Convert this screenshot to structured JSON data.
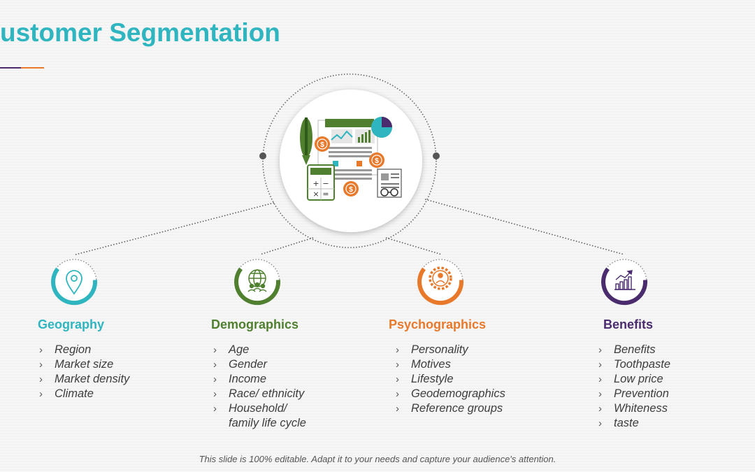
{
  "title": "ustomer Segmentation",
  "footer": "This slide is 100% editable. Adapt it to your needs and capture your audience's attention.",
  "colors": {
    "title": "#2fb5bf",
    "geography": "#2fb5bf",
    "demographics": "#4f7f2f",
    "psychographics": "#e8792b",
    "benefits": "#4a2c6e",
    "line_dark": "#4a2c6e",
    "line_orange": "#e8792b"
  },
  "center_icon": "finance-analytics-icon",
  "segments": [
    {
      "key": "geography",
      "heading": "Geography",
      "icon": "location-pin-icon",
      "items": [
        "Region",
        "Market size",
        "Market density",
        "Climate"
      ]
    },
    {
      "key": "demographics",
      "heading": "Demographics",
      "icon": "globe-people-icon",
      "items": [
        "Age",
        "Gender",
        "Income",
        "Race/ ethnicity",
        "Household/\nfamily life cycle"
      ]
    },
    {
      "key": "psychographics",
      "heading": "Psychographics",
      "icon": "gear-person-icon",
      "items": [
        "Personality",
        "Motives",
        "Lifestyle",
        "Geodemographics",
        "Reference groups"
      ]
    },
    {
      "key": "benefits",
      "heading": "Benefits",
      "icon": "growth-chart-icon",
      "items": [
        "Benefits",
        "Toothpaste",
        "Low price",
        "Prevention",
        "Whiteness",
        "taste"
      ]
    }
  ]
}
